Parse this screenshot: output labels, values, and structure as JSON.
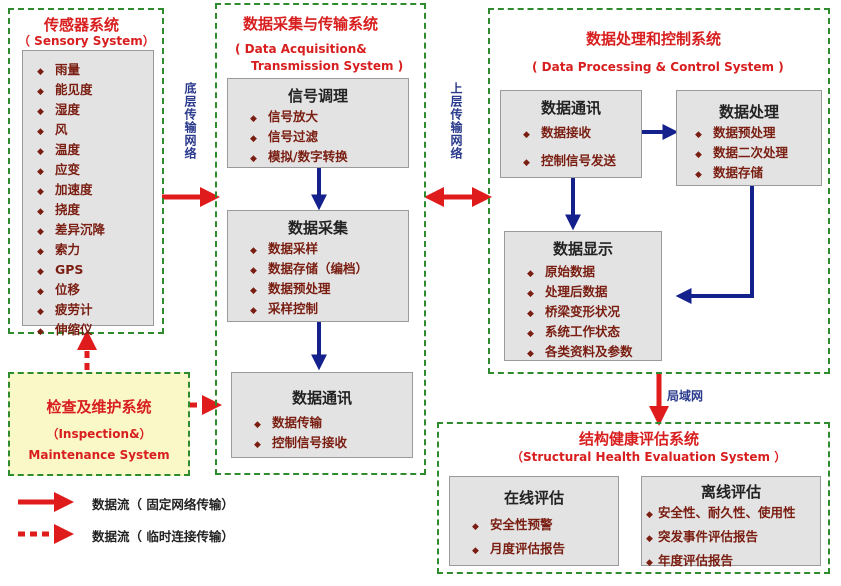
{
  "sensory": {
    "title": "传感器系统",
    "subtitle": "（ Sensory System）",
    "items": [
      "雨量",
      "能见度",
      "湿度",
      "风",
      "温度",
      "应变",
      "加速度",
      "挠度",
      "差异沉降",
      "索力",
      "GPS",
      "位移",
      "疲劳计",
      "伸缩仪"
    ]
  },
  "daq": {
    "title": "数据采集与传输系统",
    "subtitle_line1": "(      Data Acquisition&",
    "subtitle_line2": "Transmission System      )",
    "signal": {
      "title": "信号调理",
      "items": [
        "信号放大",
        "信号过滤",
        "模拟/数字转换"
      ]
    },
    "collect": {
      "title": "数据采集",
      "items": [
        "数据采样",
        "数据存储（编档）",
        "数据预处理",
        "采样控制"
      ]
    },
    "comm": {
      "title": "数据通讯",
      "items": [
        "数据传输",
        "控制信号接收"
      ]
    }
  },
  "processing": {
    "title": "数据处理和控制系统",
    "subtitle": "( Data Processing & Control  System )",
    "comm": {
      "title": "数据通讯",
      "items": [
        "数据接收",
        "控制信号发送"
      ]
    },
    "proc": {
      "title": "数据处理",
      "items": [
        "数据预处理",
        "数据二次处理",
        "数据存储"
      ]
    },
    "display": {
      "title": "数据显示",
      "items": [
        "原始数据",
        "处理后数据",
        "桥梁变形状况",
        "系统工作状态",
        "各类资料及参数"
      ]
    }
  },
  "inspection": {
    "title": "检查及维护系统",
    "subtitle_line1": "（Inspection&）",
    "subtitle_line2": "Maintenance System"
  },
  "health": {
    "title": "结构健康评估系统",
    "subtitle": "（Structural Health Evaluation System ）",
    "online": {
      "title": "在线评估",
      "items": [
        "安全性预警",
        "月度评估报告"
      ]
    },
    "offline": {
      "title": "离线评估",
      "items": [
        "安全性、耐久性、使用性",
        "突发事件评估报告",
        "年度评估报告"
      ]
    }
  },
  "links": {
    "bottom_network": "底层传输网络",
    "upper_network": "上层传输网络",
    "lan": "局域网"
  },
  "legend": {
    "solid": "数据流（ 固定网络传输）",
    "dashed": "数据流（ 临时连接传输）"
  },
  "colors": {
    "accent_red": "#d81e1e",
    "dashed_border_green": "#2e8b2e",
    "arrow_navy": "#14208c",
    "item_text": "#7a1e12"
  }
}
